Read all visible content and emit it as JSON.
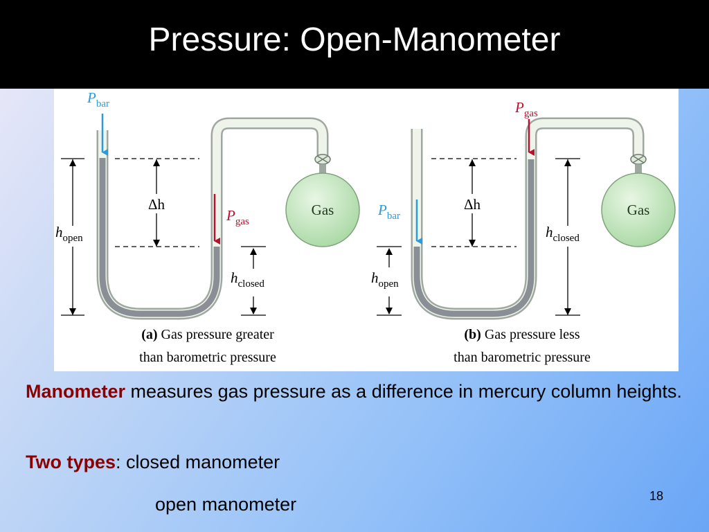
{
  "slide": {
    "title": "Pressure: Open-Manometer",
    "page_number": "18"
  },
  "figure": {
    "a": {
      "p_bar": "P",
      "p_bar_sub": "bar",
      "p_gas": "P",
      "p_gas_sub": "gas",
      "delta_h": "Δh",
      "h_open": "h",
      "h_open_sub": "open",
      "h_closed": "h",
      "h_closed_sub": "closed",
      "flask_label": "Gas",
      "caption_tag": "(a)",
      "caption_line1": " Gas pressure greater",
      "caption_line2": "than barometric pressure"
    },
    "b": {
      "p_bar": "P",
      "p_bar_sub": "bar",
      "p_gas": "P",
      "p_gas_sub": "gas",
      "delta_h": "Δh",
      "h_open": "h",
      "h_open_sub": "open",
      "h_closed": "h",
      "h_closed_sub": "closed",
      "flask_label": "Gas",
      "caption_tag": "(b)",
      "caption_line1": " Gas pressure less",
      "caption_line2": "than barometric pressure"
    },
    "colors": {
      "p_bar_arrow": "#2a9ad8",
      "p_gas_arrow": "#b5122e",
      "mercury": "#8a8f96",
      "flask": "#cde9c8",
      "tube": "#e6f0e0"
    }
  },
  "text": {
    "manometer_term": "Manometer",
    "manometer_desc": " measures gas pressure as a difference in mercury column heights.",
    "types_term": "Two types",
    "types_colon": ":  ",
    "type1": "closed manometer",
    "type2": "open manometer"
  }
}
